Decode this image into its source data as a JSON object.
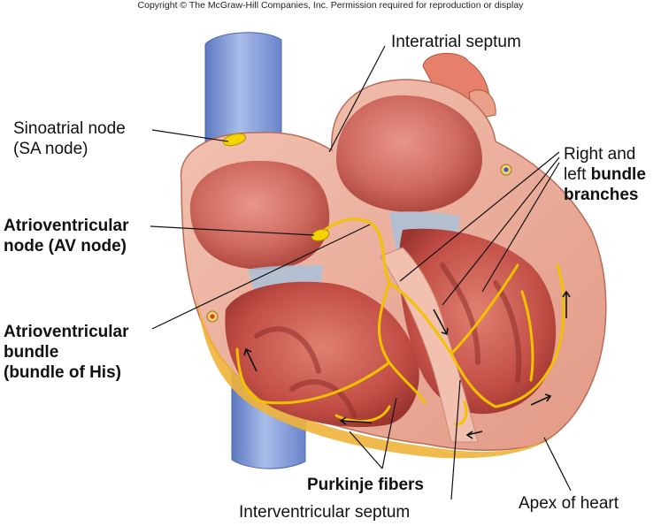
{
  "copyright": "Copyright © The McGraw-Hill Companies, Inc. Permission required for reproduction or display",
  "labels": {
    "interatrial_septum": "Interatrial septum",
    "sa_node_line1": "Sinoatrial node",
    "sa_node_line2": "(SA node)",
    "av_node_line1": "Atrioventricular",
    "av_node_line2": "node (AV node)",
    "av_bundle_line1": "Atrioventricular",
    "av_bundle_line2": "bundle",
    "av_bundle_line3": "(bundle of His)",
    "bundle_branches_line1": "Right and",
    "bundle_branches_line2_prefix": "left ",
    "bundle_branches_line2_bold": "bundle",
    "bundle_branches_line3": "branches",
    "purkinje_fibers": "Purkinje fibers",
    "interventricular_septum": "Interventricular septum",
    "apex_of_heart": "Apex of heart"
  },
  "colors": {
    "conduction": "#f2c200",
    "myocardium": "#e9a793",
    "chamber": "#c95a50",
    "vessel": "#7f9ad8",
    "fat": "#f0b23a"
  }
}
